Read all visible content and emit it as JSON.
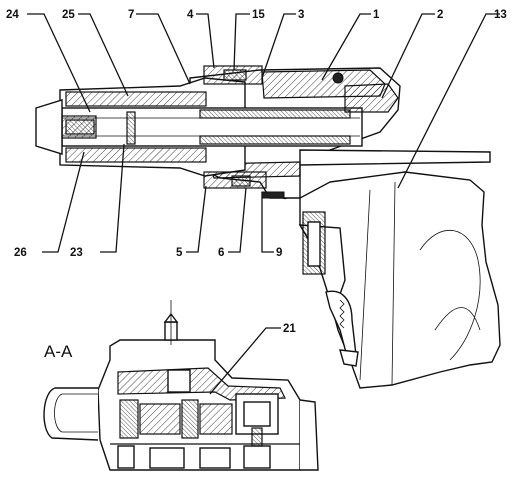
{
  "callouts_top": [
    {
      "id": "c24",
      "text": "24"
    },
    {
      "id": "c25",
      "text": "25"
    },
    {
      "id": "c7",
      "text": "7"
    },
    {
      "id": "c4",
      "text": "4"
    },
    {
      "id": "c15",
      "text": "15"
    },
    {
      "id": "c3",
      "text": "3"
    },
    {
      "id": "c1",
      "text": "1"
    },
    {
      "id": "c2",
      "text": "2"
    },
    {
      "id": "c13",
      "text": "13"
    }
  ],
  "callouts_bottom": [
    {
      "id": "c26",
      "text": "26"
    },
    {
      "id": "c23",
      "text": "23"
    },
    {
      "id": "c5",
      "text": "5"
    },
    {
      "id": "c6",
      "text": "6"
    },
    {
      "id": "c9",
      "text": "9"
    }
  ],
  "section_callout": {
    "id": "c21",
    "text": "21"
  },
  "section_label": "A-A",
  "colors": {
    "ink": "#111111",
    "paper": "#ffffff"
  }
}
